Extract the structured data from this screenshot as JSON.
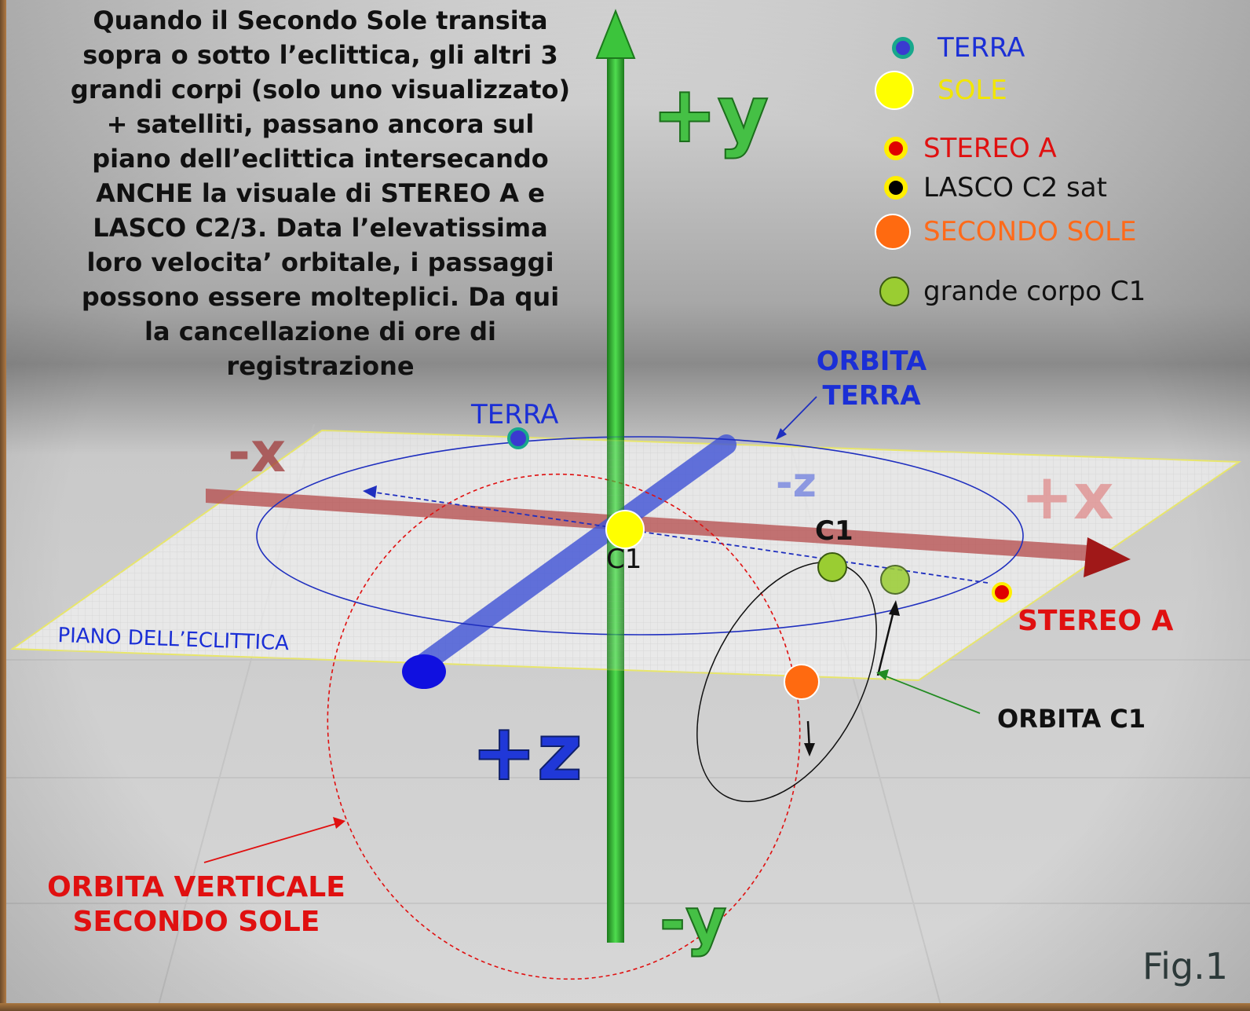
{
  "intro_text": "Quando il Secondo Sole transita\nsopra o sotto l’eclittica, gli altri 3\ngrandi corpi (solo uno visualizzato)\n+ satelliti, passano ancora sul\npiano dell’eclittica intersecando\nANCHE la visuale di STEREO A e\nLASCO C2/3.  Data l’elevatissima\nloro velocita’ orbitale, i passaggi\npossono essere molteplici.  Da qui\nla cancellazione di ore di\nregistrazione",
  "legend": [
    {
      "label": "TERRA",
      "color": "#1b2fd6",
      "dot_color": "#3a3ad0",
      "ring": "#18a88c"
    },
    {
      "label": "SOLE",
      "color": "#f2e600",
      "dot_color": "#ffff00",
      "ring": "#ffffff"
    },
    {
      "label": "STEREO A",
      "color": "#e01010",
      "dot_color": "#e00000",
      "ring": "#ffee00"
    },
    {
      "label": "LASCO C2 sat",
      "color": "#111111",
      "dot_color": "#000000",
      "ring": "#ffee00"
    },
    {
      "label": "SECONDO SOLE",
      "color": "#ff6a1a",
      "dot_color": "#ff6a10",
      "ring": "#ffffff"
    },
    {
      "label": "grande corpo C1",
      "color": "#111111",
      "dot_color": "#9acd32",
      "ring": "#3a5a10"
    }
  ],
  "axes": {
    "plus_y": "+y",
    "minus_y": "-y",
    "plus_x": "+x",
    "minus_x": "-x",
    "plus_z": "+z",
    "minus_z": "-z"
  },
  "labels": {
    "terra": "TERRA",
    "orbita_terra": "ORBITA\nTERRA",
    "c1_center": "C1",
    "c1_top": "C1",
    "stereo_a": "STEREO A",
    "piano": "PIANO DELL’ECLITTICA",
    "orbita_c1": "ORBITA C1",
    "orbita_verticale": "ORBITA VERTICALE\nSECONDO SOLE",
    "fig": "Fig.1"
  },
  "colors": {
    "orbit_earth": "#1f2fbf",
    "orbit_second_sun": "#e01010",
    "orbit_c1": "#111111",
    "y_axis": "#2fb32f",
    "x_axis": "#b04848",
    "z_axis": "#3a4fd0"
  }
}
